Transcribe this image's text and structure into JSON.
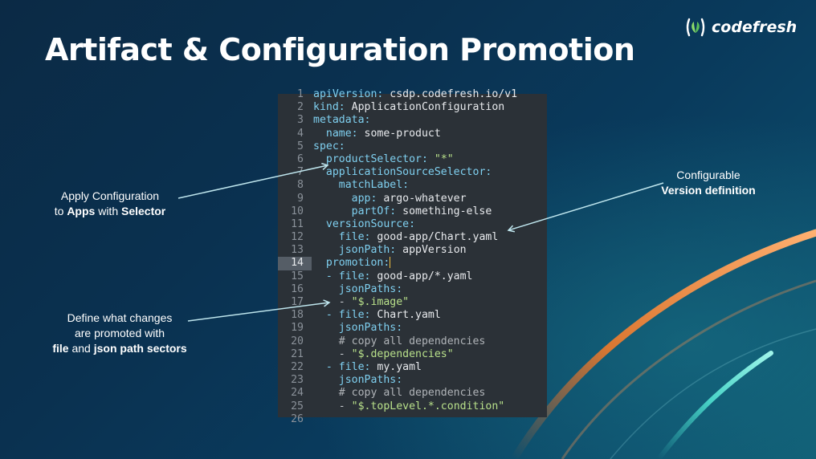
{
  "title": "Artifact & Configuration Promotion",
  "logo": {
    "brand": "codefresh",
    "icon": "leaf-in-brackets-icon"
  },
  "annotations": {
    "apply": {
      "line1": "Apply Configuration",
      "line2_pre": "to ",
      "line2_bold1": "Apps",
      "line2_mid": " with ",
      "line2_bold2": "Selector"
    },
    "version": {
      "line1": "Configurable",
      "line2_bold": "Version definition"
    },
    "define": {
      "line1": "Define what changes",
      "line2": "are promoted with",
      "line3_bold1": "file",
      "line3_mid": " and ",
      "line3_bold2": "json path sectors"
    }
  },
  "code": {
    "active_line": 14,
    "lines": [
      {
        "n": "1",
        "indent": "",
        "key": "apiVersion:",
        "val": " csdp.codefresh.io/v1",
        "type": "kv"
      },
      {
        "n": "2",
        "indent": "",
        "key": "kind:",
        "val": " ApplicationConfiguration",
        "type": "kv"
      },
      {
        "n": "3",
        "indent": "",
        "key": "metadata:",
        "val": "",
        "type": "kv"
      },
      {
        "n": "4",
        "indent": "  ",
        "key": "name:",
        "val": " some-product",
        "type": "kv"
      },
      {
        "n": "5",
        "indent": "",
        "key": "spec:",
        "val": "",
        "type": "kv"
      },
      {
        "n": "6",
        "indent": "  ",
        "key": "productSelector:",
        "val": " \"*\"",
        "type": "ks"
      },
      {
        "n": "7",
        "indent": "  ",
        "key": "applicationSourceSelector:",
        "val": "",
        "type": "kv"
      },
      {
        "n": "8",
        "indent": "    ",
        "key": "matchLabel:",
        "val": "",
        "type": "kv"
      },
      {
        "n": "9",
        "indent": "      ",
        "key": "app:",
        "val": " argo-whatever",
        "type": "kv"
      },
      {
        "n": "10",
        "indent": "      ",
        "key": "partOf:",
        "val": " something-else",
        "type": "kv"
      },
      {
        "n": "11",
        "indent": "  ",
        "key": "versionSource:",
        "val": "",
        "type": "kv"
      },
      {
        "n": "12",
        "indent": "    ",
        "key": "file:",
        "val": " good-app/Chart.yaml",
        "type": "kv"
      },
      {
        "n": "13",
        "indent": "    ",
        "key": "jsonPath:",
        "val": " appVersion",
        "type": "kv"
      },
      {
        "n": "14",
        "indent": "  ",
        "key": "promotion:",
        "val": "",
        "type": "kv"
      },
      {
        "n": "15",
        "indent": "  ",
        "key": "- file:",
        "val": " good-app/*.yaml",
        "type": "kv"
      },
      {
        "n": "16",
        "indent": "    ",
        "key": "jsonPaths:",
        "val": "",
        "type": "kv"
      },
      {
        "n": "17",
        "indent": "    ",
        "key": "- ",
        "val": "\"$.image\"",
        "type": "ds"
      },
      {
        "n": "18",
        "indent": "  ",
        "key": "- file:",
        "val": " Chart.yaml",
        "type": "kv"
      },
      {
        "n": "19",
        "indent": "    ",
        "key": "jsonPaths:",
        "val": "",
        "type": "kv"
      },
      {
        "n": "20",
        "indent": "    ",
        "key": "",
        "val": "# copy all dependencies",
        "type": "c"
      },
      {
        "n": "21",
        "indent": "    ",
        "key": "- ",
        "val": "\"$.dependencies\"",
        "type": "ds"
      },
      {
        "n": "22",
        "indent": "  ",
        "key": "- file:",
        "val": " my.yaml",
        "type": "kv"
      },
      {
        "n": "23",
        "indent": "    ",
        "key": "jsonPaths:",
        "val": "",
        "type": "kv"
      },
      {
        "n": "24",
        "indent": "    ",
        "key": "",
        "val": "# copy all dependencies",
        "type": "c"
      },
      {
        "n": "25",
        "indent": "    ",
        "key": "- ",
        "val": "\"$.topLevel.*.condition\"",
        "type": "ds"
      },
      {
        "n": "26",
        "indent": "",
        "key": "",
        "val": "",
        "type": "kv"
      }
    ]
  },
  "colors": {
    "background": "#0a3150",
    "code_bg": "#2b3137",
    "key": "#7fd0f0",
    "string": "#b8e08a",
    "arrow": "#bfe6ee",
    "accent_orange": "#f07a2a",
    "accent_teal": "#4fe0d0"
  }
}
